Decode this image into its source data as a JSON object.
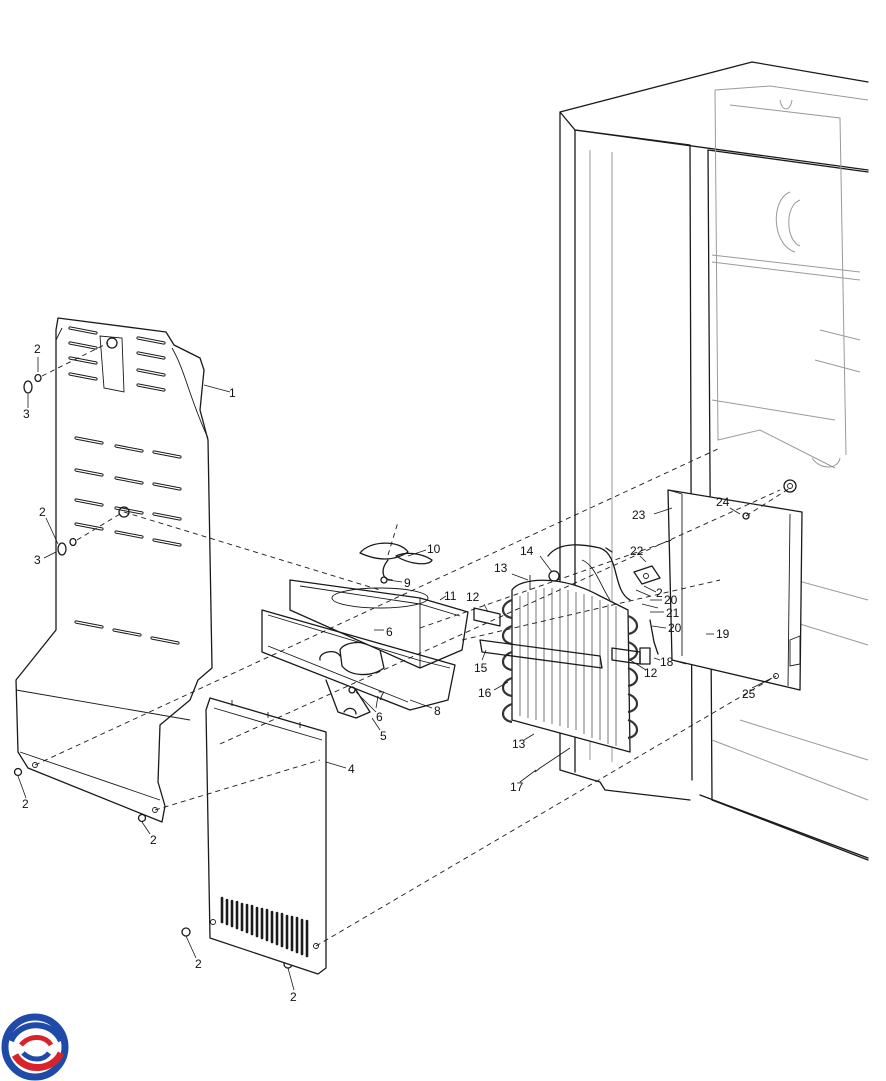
{
  "diagram": {
    "callouts": [
      {
        "id": "c1",
        "text": "1"
      },
      {
        "id": "c2a",
        "text": "2"
      },
      {
        "id": "c3a",
        "text": "3"
      },
      {
        "id": "c2b",
        "text": "2"
      },
      {
        "id": "c3b",
        "text": "3"
      },
      {
        "id": "c2c",
        "text": "2"
      },
      {
        "id": "c2d",
        "text": "2"
      },
      {
        "id": "c4",
        "text": "4"
      },
      {
        "id": "c2e",
        "text": "2"
      },
      {
        "id": "c2f",
        "text": "2"
      },
      {
        "id": "c5",
        "text": "5"
      },
      {
        "id": "c6a",
        "text": "6"
      },
      {
        "id": "c6b",
        "text": "6"
      },
      {
        "id": "c7",
        "text": "7"
      },
      {
        "id": "c8",
        "text": "8"
      },
      {
        "id": "c9",
        "text": "9"
      },
      {
        "id": "c10",
        "text": "10"
      },
      {
        "id": "c11",
        "text": "11"
      },
      {
        "id": "c12a",
        "text": "12"
      },
      {
        "id": "c12b",
        "text": "12"
      },
      {
        "id": "c13a",
        "text": "13"
      },
      {
        "id": "c13b",
        "text": "13"
      },
      {
        "id": "c14",
        "text": "14"
      },
      {
        "id": "c15",
        "text": "15"
      },
      {
        "id": "c16",
        "text": "16"
      },
      {
        "id": "c17",
        "text": "17"
      },
      {
        "id": "c18",
        "text": "18"
      },
      {
        "id": "c19",
        "text": "19"
      },
      {
        "id": "c20a",
        "text": "20"
      },
      {
        "id": "c20b",
        "text": "20"
      },
      {
        "id": "c21",
        "text": "21"
      },
      {
        "id": "c22",
        "text": "22"
      },
      {
        "id": "c2g",
        "text": "2"
      },
      {
        "id": "c23",
        "text": "23"
      },
      {
        "id": "c24",
        "text": "24"
      },
      {
        "id": "c25",
        "text": "25"
      }
    ]
  },
  "logo": {
    "colors": {
      "blue": "#1f4aa8",
      "red": "#d8232a"
    }
  }
}
